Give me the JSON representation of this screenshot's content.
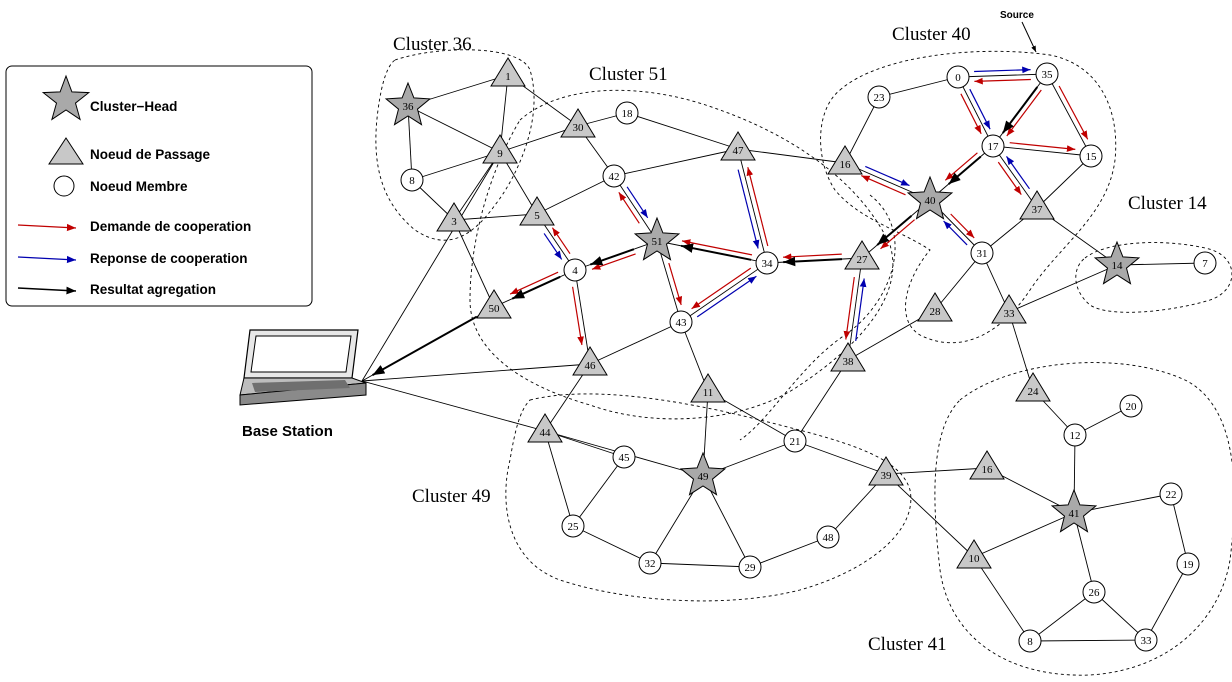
{
  "legend": {
    "cluster_head": "Cluster−Head",
    "passage": "Noeud de Passage",
    "member": "Noeud Membre",
    "request": "Demande de cooperation",
    "response": "Reponse de cooperation",
    "aggregation": "Resultat agregation"
  },
  "colors": {
    "request": "#c00000",
    "response": "#0000b0",
    "aggregation": "#000000",
    "node_fill": "#c8c8c8"
  },
  "labels": {
    "base_station": "Base Station",
    "source": "Source",
    "cluster36": "Cluster 36",
    "cluster51": "Cluster 51",
    "cluster40": "Cluster 40",
    "cluster14": "Cluster 14",
    "cluster49": "Cluster 49",
    "cluster41": "Cluster 41"
  },
  "nodes": [
    {
      "id": "n36",
      "label": "36",
      "type": "head"
    },
    {
      "id": "n1",
      "label": "1",
      "type": "passage"
    },
    {
      "id": "n9",
      "label": "9",
      "type": "passage"
    },
    {
      "id": "n8",
      "label": "8",
      "type": "member"
    },
    {
      "id": "n3",
      "label": "3",
      "type": "passage"
    },
    {
      "id": "n30",
      "label": "30",
      "type": "passage"
    },
    {
      "id": "n18",
      "label": "18",
      "type": "member"
    },
    {
      "id": "n47",
      "label": "47",
      "type": "passage"
    },
    {
      "id": "n42",
      "label": "42",
      "type": "member"
    },
    {
      "id": "n5",
      "label": "5",
      "type": "passage"
    },
    {
      "id": "n51",
      "label": "51",
      "type": "head"
    },
    {
      "id": "n4",
      "label": "4",
      "type": "member"
    },
    {
      "id": "n34",
      "label": "34",
      "type": "member"
    },
    {
      "id": "n50",
      "label": "50",
      "type": "passage"
    },
    {
      "id": "n43",
      "label": "43",
      "type": "member"
    },
    {
      "id": "n46",
      "label": "46",
      "type": "passage"
    },
    {
      "id": "n11",
      "label": "11",
      "type": "passage"
    },
    {
      "id": "n16a",
      "label": "16",
      "type": "passage"
    },
    {
      "id": "n23",
      "label": "23",
      "type": "member"
    },
    {
      "id": "n0",
      "label": "0",
      "type": "member"
    },
    {
      "id": "n35",
      "label": "35",
      "type": "member"
    },
    {
      "id": "n17",
      "label": "17",
      "type": "member"
    },
    {
      "id": "n15",
      "label": "15",
      "type": "member"
    },
    {
      "id": "n40",
      "label": "40",
      "type": "head"
    },
    {
      "id": "n37",
      "label": "37",
      "type": "passage"
    },
    {
      "id": "n31",
      "label": "31",
      "type": "member"
    },
    {
      "id": "n27",
      "label": "27",
      "type": "passage"
    },
    {
      "id": "n28",
      "label": "28",
      "type": "passage"
    },
    {
      "id": "n33a",
      "label": "33",
      "type": "passage"
    },
    {
      "id": "n14",
      "label": "14",
      "type": "head"
    },
    {
      "id": "n7",
      "label": "7",
      "type": "member"
    },
    {
      "id": "n38",
      "label": "38",
      "type": "passage"
    },
    {
      "id": "n24",
      "label": "24",
      "type": "passage"
    },
    {
      "id": "n20",
      "label": "20",
      "type": "member"
    },
    {
      "id": "n12",
      "label": "12",
      "type": "member"
    },
    {
      "id": "n44",
      "label": "44",
      "type": "passage"
    },
    {
      "id": "n45",
      "label": "45",
      "type": "member"
    },
    {
      "id": "n49",
      "label": "49",
      "type": "head"
    },
    {
      "id": "n21",
      "label": "21",
      "type": "member"
    },
    {
      "id": "n39",
      "label": "39",
      "type": "passage"
    },
    {
      "id": "n16b",
      "label": "16",
      "type": "passage"
    },
    {
      "id": "n41",
      "label": "41",
      "type": "head"
    },
    {
      "id": "n22",
      "label": "22",
      "type": "member"
    },
    {
      "id": "n25",
      "label": "25",
      "type": "member"
    },
    {
      "id": "n32",
      "label": "32",
      "type": "member"
    },
    {
      "id": "n29",
      "label": "29",
      "type": "member"
    },
    {
      "id": "n48",
      "label": "48",
      "type": "member"
    },
    {
      "id": "n10",
      "label": "10",
      "type": "passage"
    },
    {
      "id": "n19",
      "label": "19",
      "type": "member"
    },
    {
      "id": "n26",
      "label": "26",
      "type": "member"
    },
    {
      "id": "n8b",
      "label": "8",
      "type": "member"
    },
    {
      "id": "n33b",
      "label": "33",
      "type": "member"
    }
  ],
  "edges": [
    [
      "n36",
      "n1"
    ],
    [
      "n36",
      "n9"
    ],
    [
      "n36",
      "n8"
    ],
    [
      "n1",
      "n9"
    ],
    [
      "n1",
      "n30"
    ],
    [
      "n8",
      "n9"
    ],
    [
      "n8",
      "n3"
    ],
    [
      "n9",
      "n3"
    ],
    [
      "n9",
      "n30"
    ],
    [
      "n9",
      "n5"
    ],
    [
      "n9",
      "bs"
    ],
    [
      "n3",
      "n5"
    ],
    [
      "n3",
      "n50"
    ],
    [
      "n30",
      "n18"
    ],
    [
      "n30",
      "n42"
    ],
    [
      "n18",
      "n47"
    ],
    [
      "n42",
      "n47"
    ],
    [
      "n42",
      "n5"
    ],
    [
      "n42",
      "n51"
    ],
    [
      "n47",
      "n16a"
    ],
    [
      "n47",
      "n34"
    ],
    [
      "n5",
      "n4"
    ],
    [
      "n4",
      "n51"
    ],
    [
      "n4",
      "n50"
    ],
    [
      "n4",
      "n46"
    ],
    [
      "n51",
      "n34"
    ],
    [
      "n51",
      "n43"
    ],
    [
      "n43",
      "n34"
    ],
    [
      "n43",
      "n46"
    ],
    [
      "n43",
      "n11"
    ],
    [
      "n34",
      "n27"
    ],
    [
      "n50",
      "bs"
    ],
    [
      "n46",
      "bs"
    ],
    [
      "n46",
      "n44"
    ],
    [
      "n44",
      "bs"
    ],
    [
      "n44",
      "n45"
    ],
    [
      "n44",
      "n49"
    ],
    [
      "n44",
      "n25"
    ],
    [
      "n45",
      "n25"
    ],
    [
      "n11",
      "n49"
    ],
    [
      "n11",
      "n21"
    ],
    [
      "n21",
      "n49"
    ],
    [
      "n21",
      "n38"
    ],
    [
      "n21",
      "n39"
    ],
    [
      "n25",
      "n32"
    ],
    [
      "n32",
      "n49"
    ],
    [
      "n32",
      "n29"
    ],
    [
      "n49",
      "n29"
    ],
    [
      "n29",
      "n48"
    ],
    [
      "n48",
      "n39"
    ],
    [
      "n39",
      "n16b"
    ],
    [
      "n39",
      "n10"
    ],
    [
      "n16a",
      "n40"
    ],
    [
      "n23",
      "n0"
    ],
    [
      "n23",
      "n16a"
    ],
    [
      "n0",
      "n35"
    ],
    [
      "n0",
      "n17"
    ],
    [
      "n35",
      "n17"
    ],
    [
      "n35",
      "n15"
    ],
    [
      "n17",
      "n15"
    ],
    [
      "n17",
      "n40"
    ],
    [
      "n17",
      "n37"
    ],
    [
      "n40",
      "n27"
    ],
    [
      "n40",
      "n31"
    ],
    [
      "n37",
      "n31"
    ],
    [
      "n37",
      "n15"
    ],
    [
      "n37",
      "n14"
    ],
    [
      "n31",
      "n28"
    ],
    [
      "n31",
      "n33a"
    ],
    [
      "n33a",
      "n14"
    ],
    [
      "n33a",
      "n24"
    ],
    [
      "n14",
      "n7"
    ],
    [
      "n27",
      "n38"
    ],
    [
      "n28",
      "n38"
    ],
    [
      "n24",
      "n12"
    ],
    [
      "n12",
      "n20"
    ],
    [
      "n12",
      "n41"
    ],
    [
      "n16b",
      "n41"
    ],
    [
      "n41",
      "n22"
    ],
    [
      "n41",
      "n10"
    ],
    [
      "n41",
      "n26"
    ],
    [
      "n22",
      "n19"
    ],
    [
      "n19",
      "n33b"
    ],
    [
      "n26",
      "n33b"
    ],
    [
      "n26",
      "n8b"
    ],
    [
      "n10",
      "n8b"
    ],
    [
      "n8b",
      "n33b"
    ]
  ],
  "arrows": [
    [
      "request",
      "n35",
      "n0"
    ],
    [
      "response",
      "n0",
      "n35"
    ],
    [
      "request",
      "n35",
      "n17"
    ],
    [
      "aggregation",
      "n35",
      "n17"
    ],
    [
      "request",
      "n35",
      "n15"
    ],
    [
      "request",
      "n0",
      "n17"
    ],
    [
      "response",
      "n0",
      "n17"
    ],
    [
      "request",
      "n17",
      "n15"
    ],
    [
      "request",
      "n17",
      "n40"
    ],
    [
      "aggregation",
      "n17",
      "n40"
    ],
    [
      "request",
      "n17",
      "n37"
    ],
    [
      "response",
      "n37",
      "n17"
    ],
    [
      "request",
      "n40",
      "n16a"
    ],
    [
      "response",
      "n16a",
      "n40"
    ],
    [
      "request",
      "n40",
      "n31"
    ],
    [
      "response",
      "n31",
      "n40"
    ],
    [
      "request",
      "n40",
      "n27"
    ],
    [
      "aggregation",
      "n40",
      "n27"
    ],
    [
      "request",
      "n27",
      "n34"
    ],
    [
      "aggregation",
      "n27",
      "n34"
    ],
    [
      "request",
      "n27",
      "n38"
    ],
    [
      "response",
      "n38",
      "n27"
    ],
    [
      "request",
      "n34",
      "n51"
    ],
    [
      "aggregation",
      "n34",
      "n51"
    ],
    [
      "request",
      "n34",
      "n47"
    ],
    [
      "response",
      "n47",
      "n34"
    ],
    [
      "request",
      "n34",
      "n43"
    ],
    [
      "response",
      "n43",
      "n34"
    ],
    [
      "request",
      "n51",
      "n42"
    ],
    [
      "response",
      "n42",
      "n51"
    ],
    [
      "request",
      "n51",
      "n4"
    ],
    [
      "aggregation",
      "n51",
      "n4"
    ],
    [
      "request",
      "n51",
      "n43"
    ],
    [
      "request",
      "n4",
      "n5"
    ],
    [
      "response",
      "n5",
      "n4"
    ],
    [
      "request",
      "n4",
      "n50"
    ],
    [
      "aggregation",
      "n4",
      "n50"
    ],
    [
      "request",
      "n4",
      "n46"
    ],
    [
      "aggregation",
      "n50",
      "bs"
    ]
  ]
}
